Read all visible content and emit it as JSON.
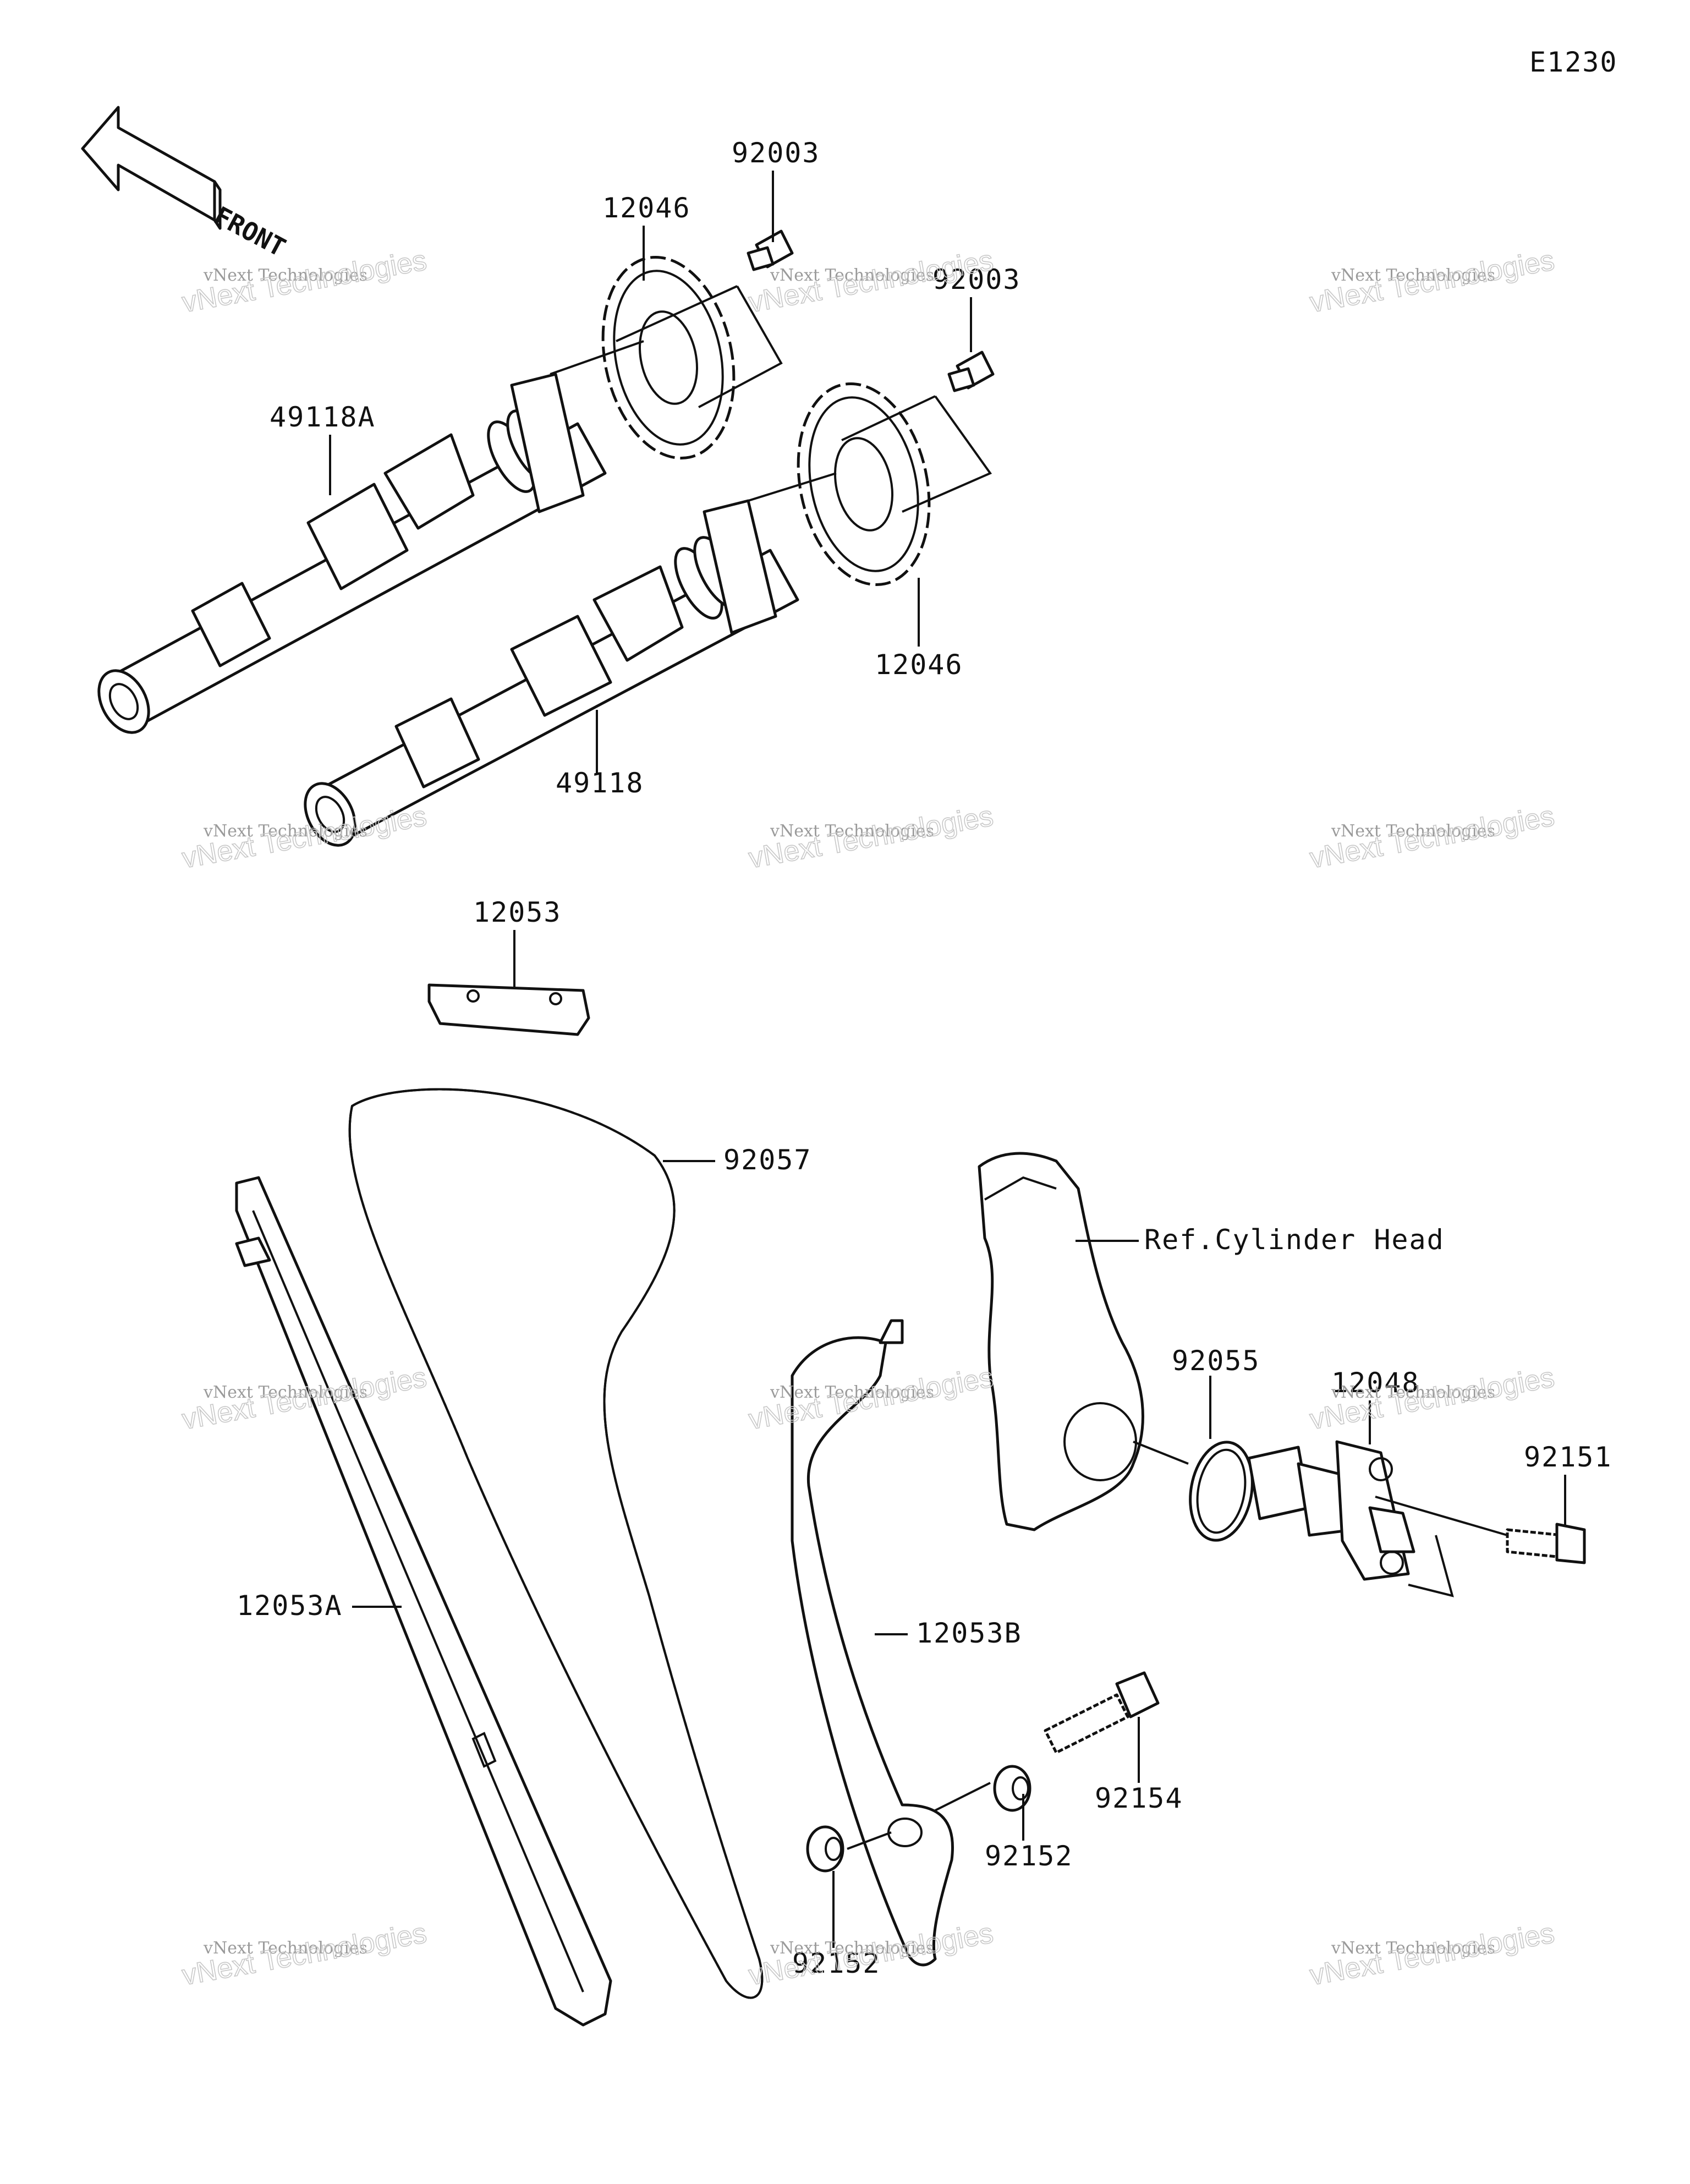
{
  "diagram_code": "E1230",
  "front_label": "FRONT",
  "reference_label": "Ref.Cylinder Head",
  "watermark": {
    "line1": "vNext Technologies",
    "line2": "vNext Technologies"
  },
  "parts": [
    {
      "id": "part-92003-a",
      "number": "92003"
    },
    {
      "id": "part-12046-a",
      "number": "12046"
    },
    {
      "id": "part-92003-b",
      "number": "92003"
    },
    {
      "id": "part-49118a",
      "number": "49118A"
    },
    {
      "id": "part-12046-b",
      "number": "12046"
    },
    {
      "id": "part-49118",
      "number": "49118"
    },
    {
      "id": "part-12053",
      "number": "12053"
    },
    {
      "id": "part-92057",
      "number": "92057"
    },
    {
      "id": "part-92055",
      "number": "92055"
    },
    {
      "id": "part-12048",
      "number": "12048"
    },
    {
      "id": "part-92151",
      "number": "92151"
    },
    {
      "id": "part-12053a",
      "number": "12053A"
    },
    {
      "id": "part-12053b",
      "number": "12053B"
    },
    {
      "id": "part-92154",
      "number": "92154"
    },
    {
      "id": "part-92152-a",
      "number": "92152"
    },
    {
      "id": "part-92152-b",
      "number": "92152"
    }
  ],
  "colors": {
    "line": "#111111",
    "background": "#ffffff",
    "watermark": "#9a9a9a"
  }
}
